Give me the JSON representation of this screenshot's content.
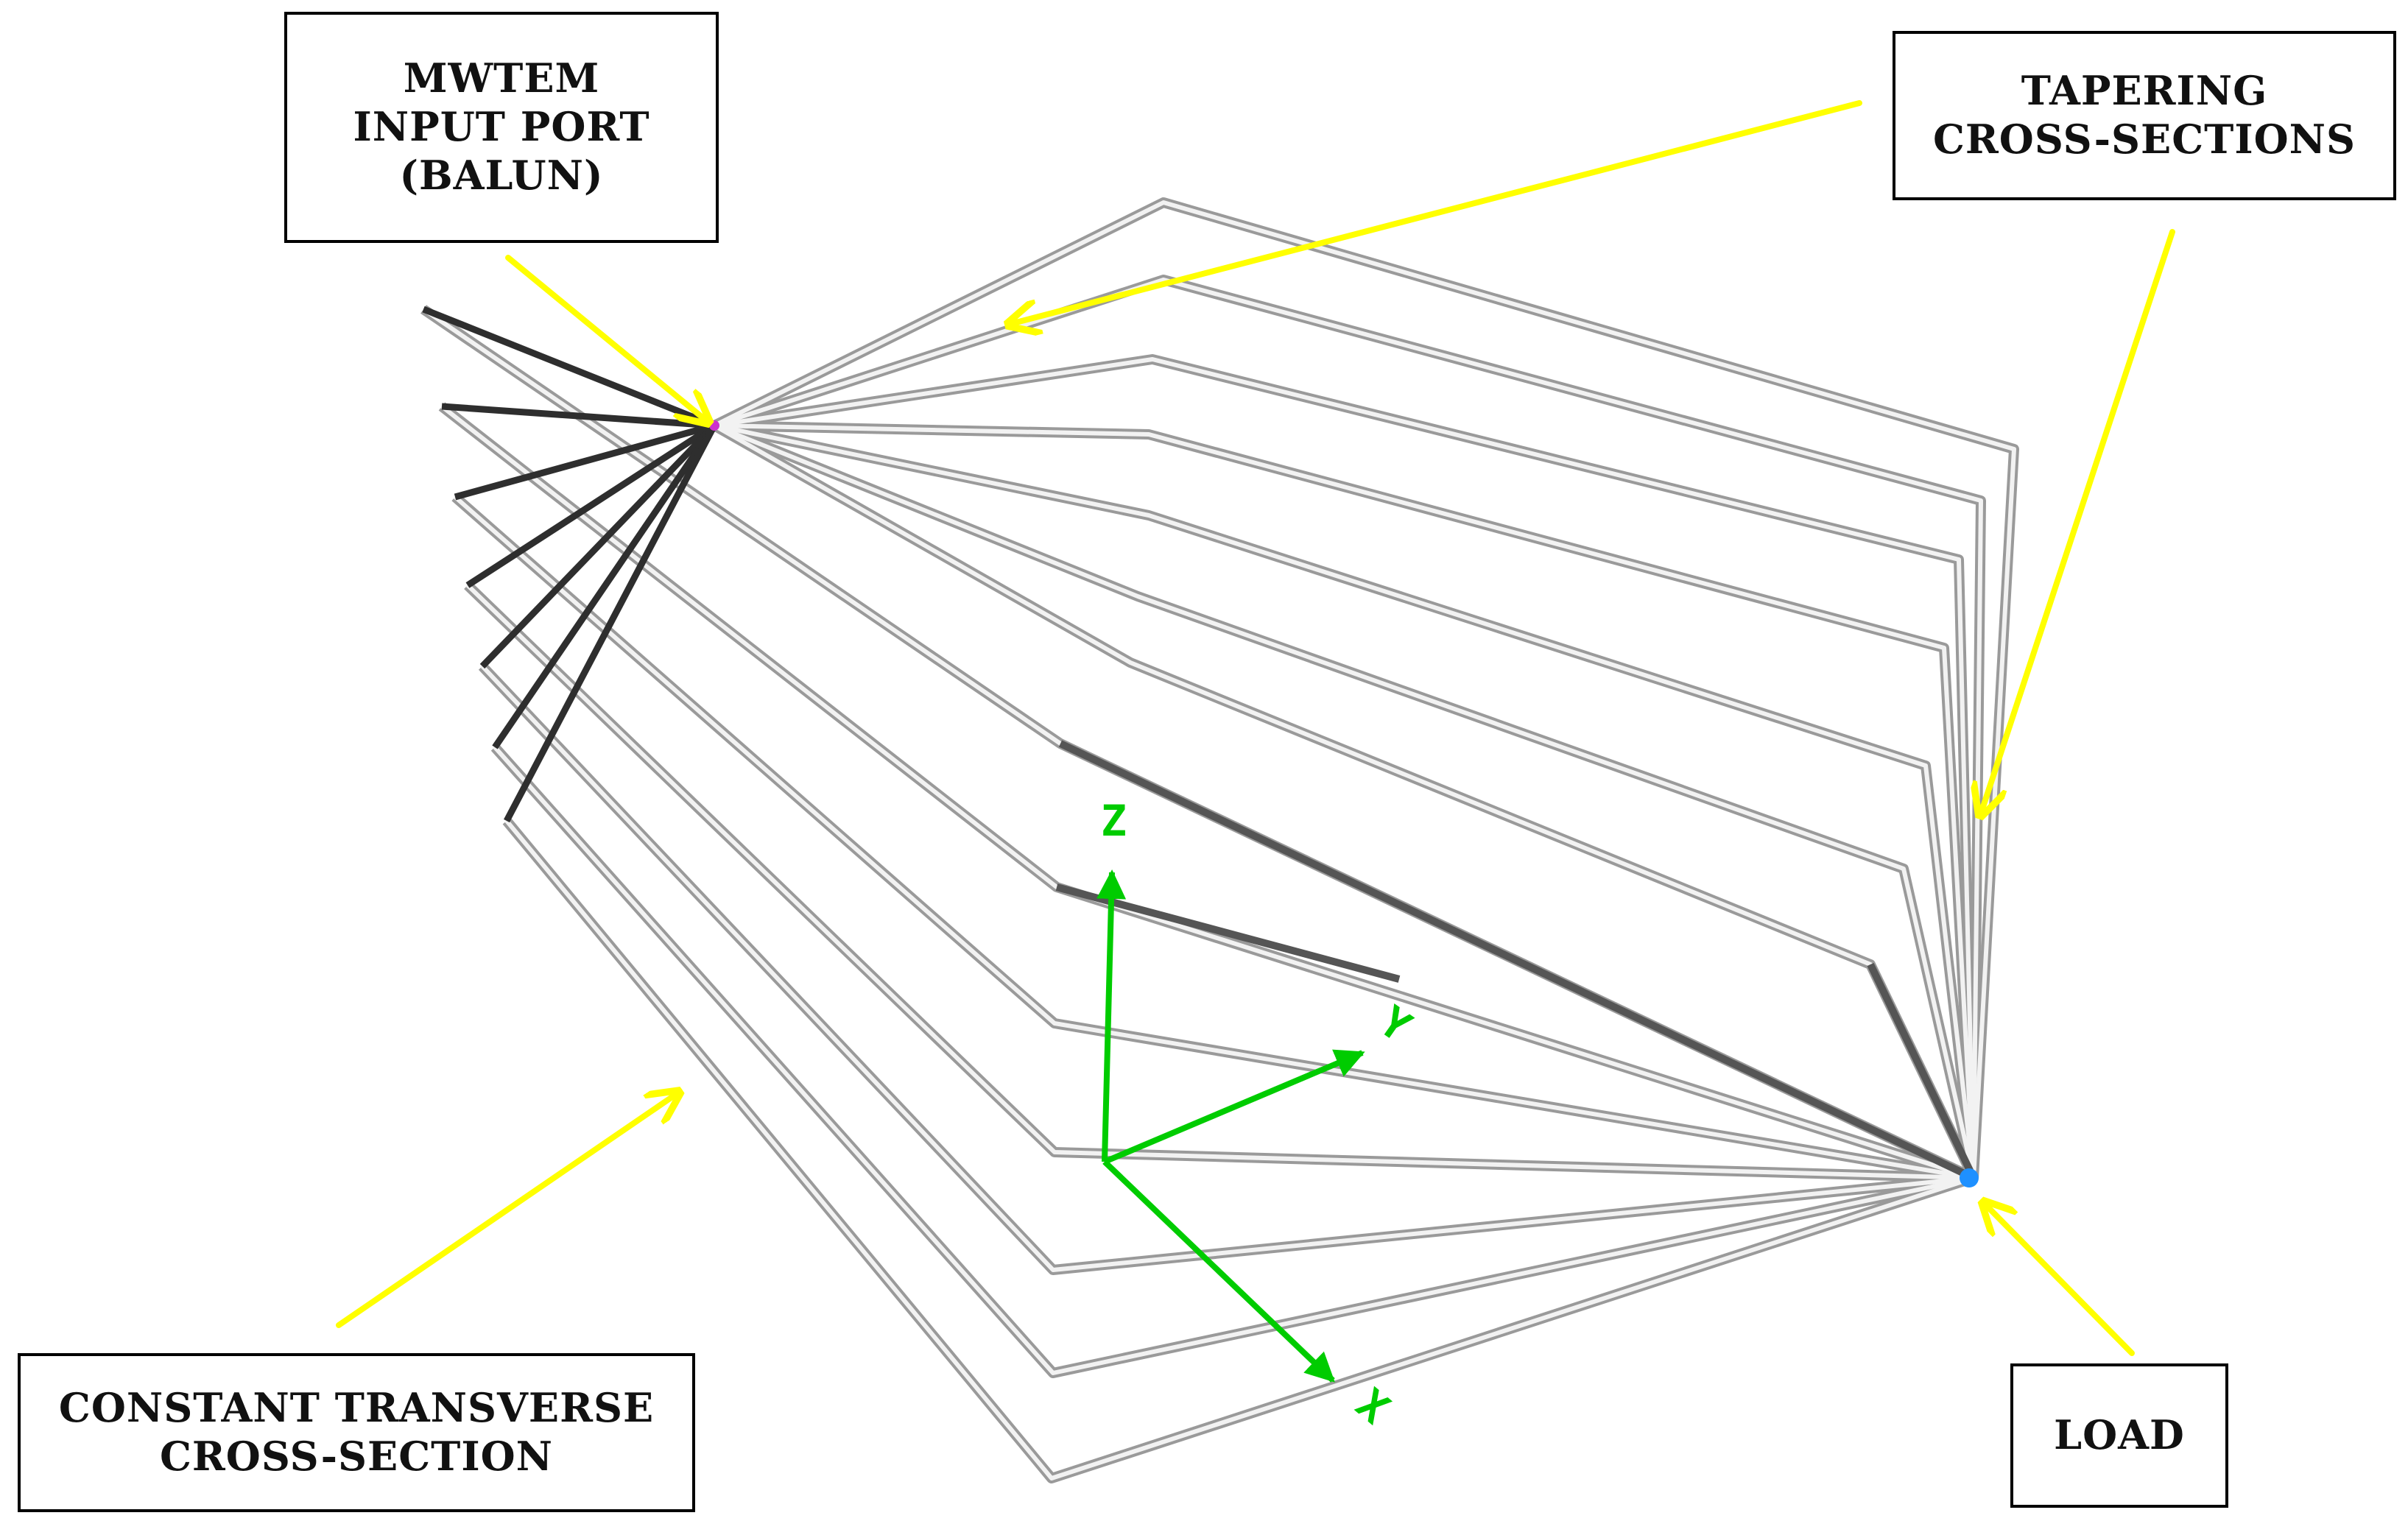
{
  "labels": {
    "input_port": [
      "MWTEM",
      "INPUT PORT",
      "(BALUN)"
    ],
    "tapering": [
      "TAPERING",
      "CROSS-SECTIONS"
    ],
    "constant": [
      "CONSTANT TRANSVERSE",
      "CROSS-SECTION"
    ],
    "load": [
      "LOAD"
    ]
  },
  "axes": {
    "x": "X",
    "y": "Y",
    "z": "Z"
  },
  "colors": {
    "arrow": "#ffff00",
    "axes": "#00cc00",
    "wire_light": "#c8c8c8",
    "wire_dark": "#3a3a3a",
    "port_marker": "#cc33cc",
    "load_marker": "#1e90ff"
  }
}
